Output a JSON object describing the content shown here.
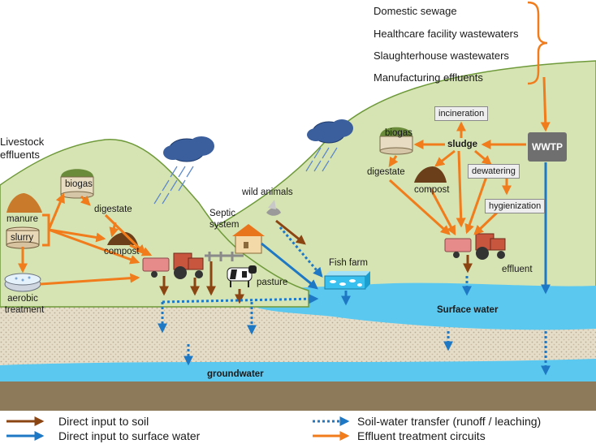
{
  "sources": {
    "domestic_sewage": "Domestic sewage",
    "healthcare": "Healthcare facility wastewaters",
    "slaughterhouse": "Slaughterhouse wastewaters",
    "manufacturing": "Manufacturing effluents"
  },
  "labels": {
    "livestock_line1": "Livestock",
    "livestock_line2": "effluents",
    "manure": "manure",
    "slurry": "slurry",
    "aerobic_line1": "aerobic",
    "aerobic_line2": "treatment",
    "biogas_left": "biogas",
    "digestate_left": "digestate",
    "compost_left": "compost",
    "wild_animals": "wild animals",
    "septic_line1": "Septic",
    "septic_line2": "system",
    "pasture": "pasture",
    "fish_farm": "Fish farm",
    "biogas_right": "biogas",
    "digestate_right": "digestate",
    "compost_right": "compost",
    "sludge": "sludge",
    "incineration": "incineration",
    "dewatering": "dewatering",
    "hygienization": "hygienization",
    "wwtp": "WWTP",
    "effluent": "effluent",
    "surface_water": "Surface water",
    "groundwater": "groundwater"
  },
  "legend": {
    "direct_soil": "Direct input to soil",
    "direct_surface": "Direct input to surface water",
    "soil_water": "Soil-water transfer (runoff / leaching)",
    "effluent_circuits": "Effluent treatment circuits"
  },
  "colors": {
    "soil_arrow": "#8b4513",
    "surface_arrow": "#1f78c4",
    "transfer_arrow": "#1f78c4",
    "effluent_arrow": "#f07c1c",
    "hill_fill": "#d6e3b3",
    "hill_stroke": "#6e9a3a",
    "water": "#5bc8f0",
    "ground": "#8c7a5a"
  }
}
